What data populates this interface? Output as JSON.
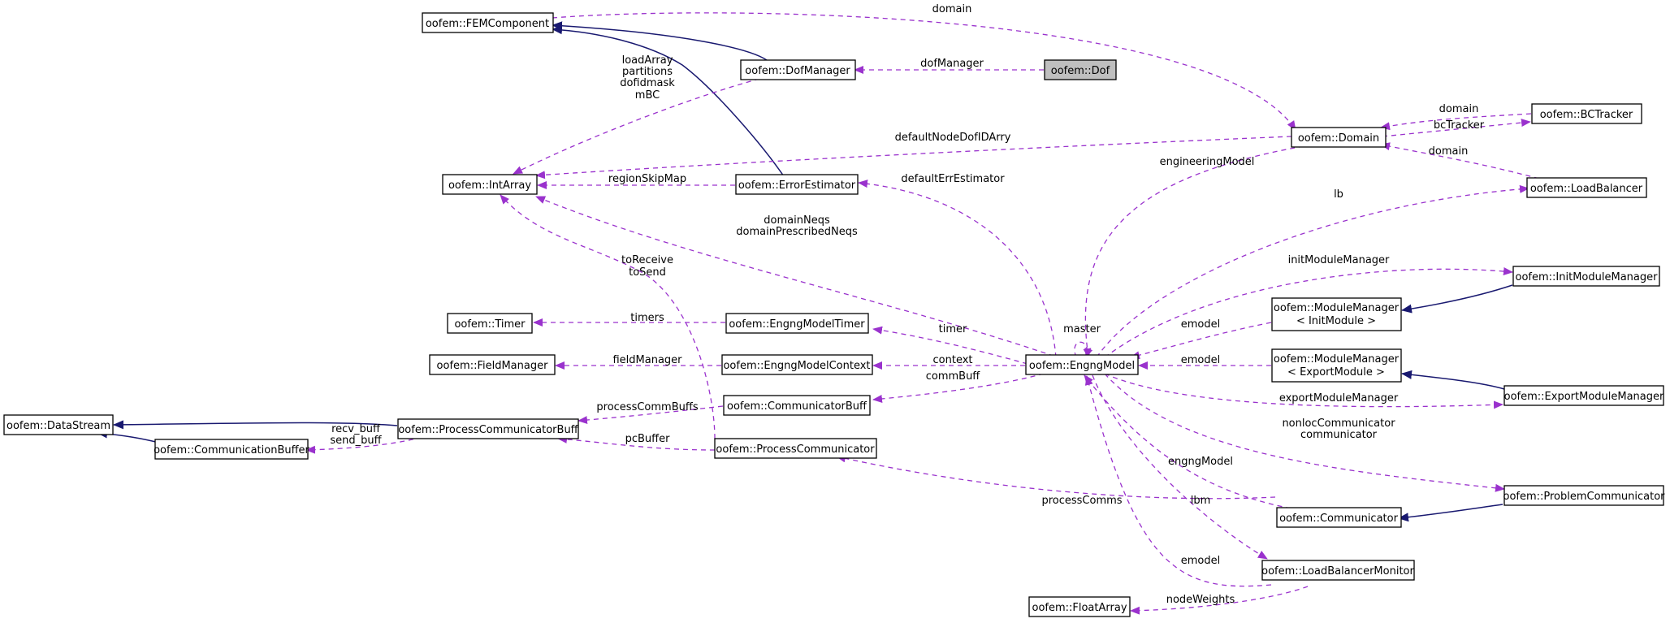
{
  "diagram": {
    "colors": {
      "usage_edge": "#9a32cd",
      "inheritance_edge": "#191970",
      "focus_node_fill": "#bfbfbf"
    },
    "nodes": {
      "femcomponent": "oofem::FEMComponent",
      "dofmanager": "oofem::DofManager",
      "dof": "oofem::Dof",
      "domain": "oofem::Domain",
      "bctracker": "oofem::BCTracker",
      "loadbalancer": "oofem::LoadBalancer",
      "intarray": "oofem::IntArray",
      "errorestimator": "oofem::ErrorEstimator",
      "initmodulemanager": "oofem::InitModuleManager",
      "modulemanager_init_1": "oofem::ModuleManager",
      "modulemanager_init_2": "< InitModule >",
      "timer": "oofem::Timer",
      "engngmodeltimer": "oofem::EngngModelTimer",
      "fieldmanager": "oofem::FieldManager",
      "engngmodelcontext": "oofem::EngngModelContext",
      "engngmodel": "oofem::EngngModel",
      "modulemanager_export_1": "oofem::ModuleManager",
      "modulemanager_export_2": "< ExportModule >",
      "datastream": "oofem::DataStream",
      "processcommunicatorbuff": "oofem::ProcessCommunicatorBuff",
      "communicatorbuff": "oofem::CommunicatorBuff",
      "exportmodulemanager": "oofem::ExportModuleManager",
      "communicationbuffer": "oofem::CommunicationBuffer",
      "processcommunicator": "oofem::ProcessCommunicator",
      "problemcommunicator": "oofem::ProblemCommunicator",
      "communicator": "oofem::Communicator",
      "loadbalancermonitor": "oofem::LoadBalancerMonitor",
      "floatarray": "oofem::FloatArray"
    },
    "labels": {
      "domain_femcomp": "domain",
      "dofmanager": "dofManager",
      "loadarray_1": "loadArray",
      "loadarray_2": "partitions",
      "loadarray_3": "dofidmask",
      "loadarray_4": "mBC",
      "bct_domain": "domain",
      "bctracker": "bcTracker",
      "defaultnodedofidarry": "defaultNodeDofIDArry",
      "lb_domain": "domain",
      "engineeringmodel": "engineeringModel",
      "regionskipmap": "regionSkipMap",
      "defaulterrestimator": "defaultErrEstimator",
      "lb": "lb",
      "domainneqs_1": "domainNeqs",
      "domainneqs_2": "domainPrescribedNeqs",
      "initmodulemanager": "initModuleManager",
      "toreceive_1": "toReceive",
      "toreceive_2": "toSend",
      "timers": "timers",
      "timer": "timer",
      "master": "master",
      "emodel_init": "emodel",
      "fieldmanager": "fieldManager",
      "context": "context",
      "emodel_export": "emodel",
      "commbuff": "commBuff",
      "processcommbuffs": "processCommBuffs",
      "exportmodulemanager": "exportModuleManager",
      "recvbuff_1": "recv_buff",
      "recvbuff_2": "send_buff",
      "nonloc_1": "nonlocCommunicator",
      "nonloc_2": "communicator",
      "pcbuffer": "pcBuffer",
      "engngmodel_comm": "engngModel",
      "processcomms": "processComms",
      "lbm": "lbm",
      "emodel_lbm": "emodel",
      "nodeweights": "nodeWeights"
    }
  }
}
